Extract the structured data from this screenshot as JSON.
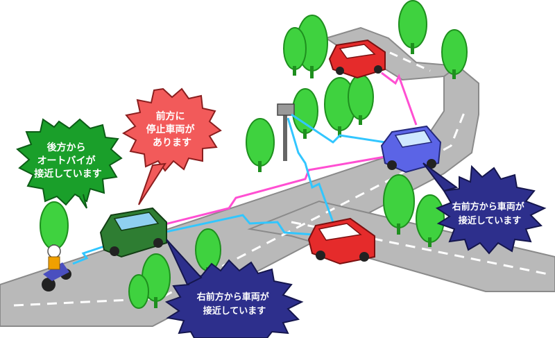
{
  "bubbles": {
    "rear_motorcycle": {
      "lines": [
        "後方から",
        "オートバイが",
        "接近しています"
      ],
      "fill": "#1a9f2a",
      "text_color": "#ffffff"
    },
    "stopped_vehicle": {
      "lines": [
        "前方に",
        "停止車両が",
        "あります"
      ],
      "fill": "#f25a5a",
      "text_color": "#ffffff"
    },
    "right_front_vehicle_top": {
      "lines": [
        "右前方から車両が",
        "接近しています"
      ],
      "fill": "#2d2f8c",
      "text_color": "#ffffff"
    },
    "right_front_vehicle_bottom": {
      "lines": [
        "右前方から車両が",
        "接近しています"
      ],
      "fill": "#2d2f8c",
      "text_color": "#ffffff"
    }
  },
  "colors": {
    "road": "#b9b9b9",
    "road_edge": "#8a8a8a",
    "tree": "#3fd23f",
    "tree_dark": "#1e8f1e",
    "signal_pink": "#ff4fd2",
    "signal_cyan": "#32c6ff",
    "car_green": "#2e7d32",
    "car_red": "#e52b2b",
    "car_blue": "#5b64e6",
    "motorcycle": "#f0a000"
  }
}
